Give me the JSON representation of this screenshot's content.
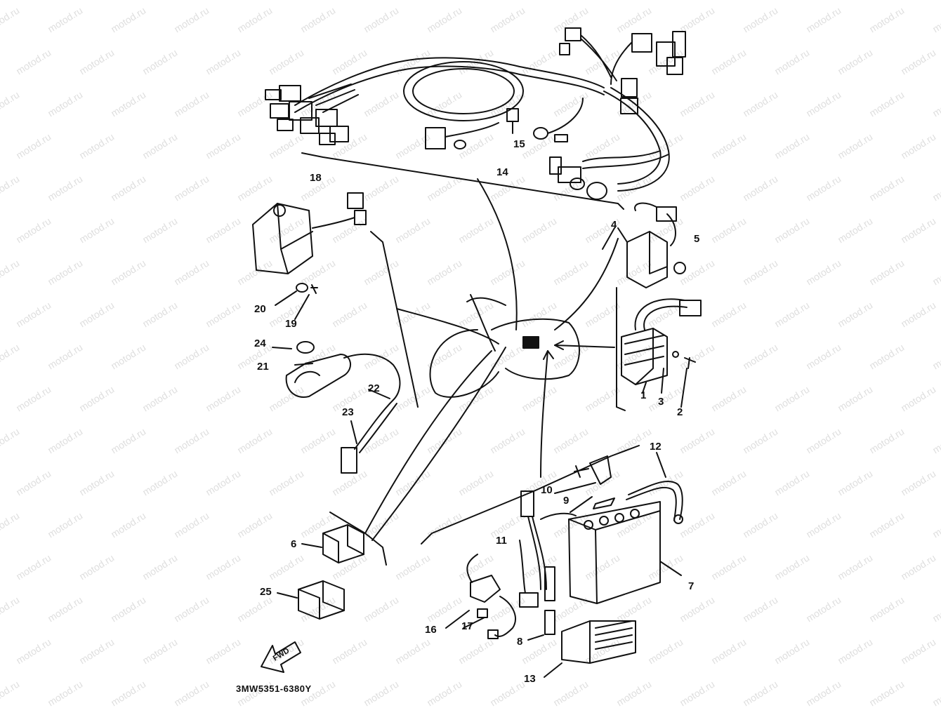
{
  "diagram": {
    "part_code": "3MW5351-6380Y",
    "fwd_label": "FWD",
    "watermark_text": "motod.ru",
    "line_color": "#111111",
    "part_labels": [
      "1",
      "2",
      "3",
      "4",
      "5",
      "6",
      "7",
      "8",
      "9",
      "10",
      "11",
      "12",
      "13",
      "14",
      "15",
      "16",
      "17",
      "18",
      "19",
      "20",
      "21",
      "22",
      "23",
      "24",
      "25"
    ]
  }
}
